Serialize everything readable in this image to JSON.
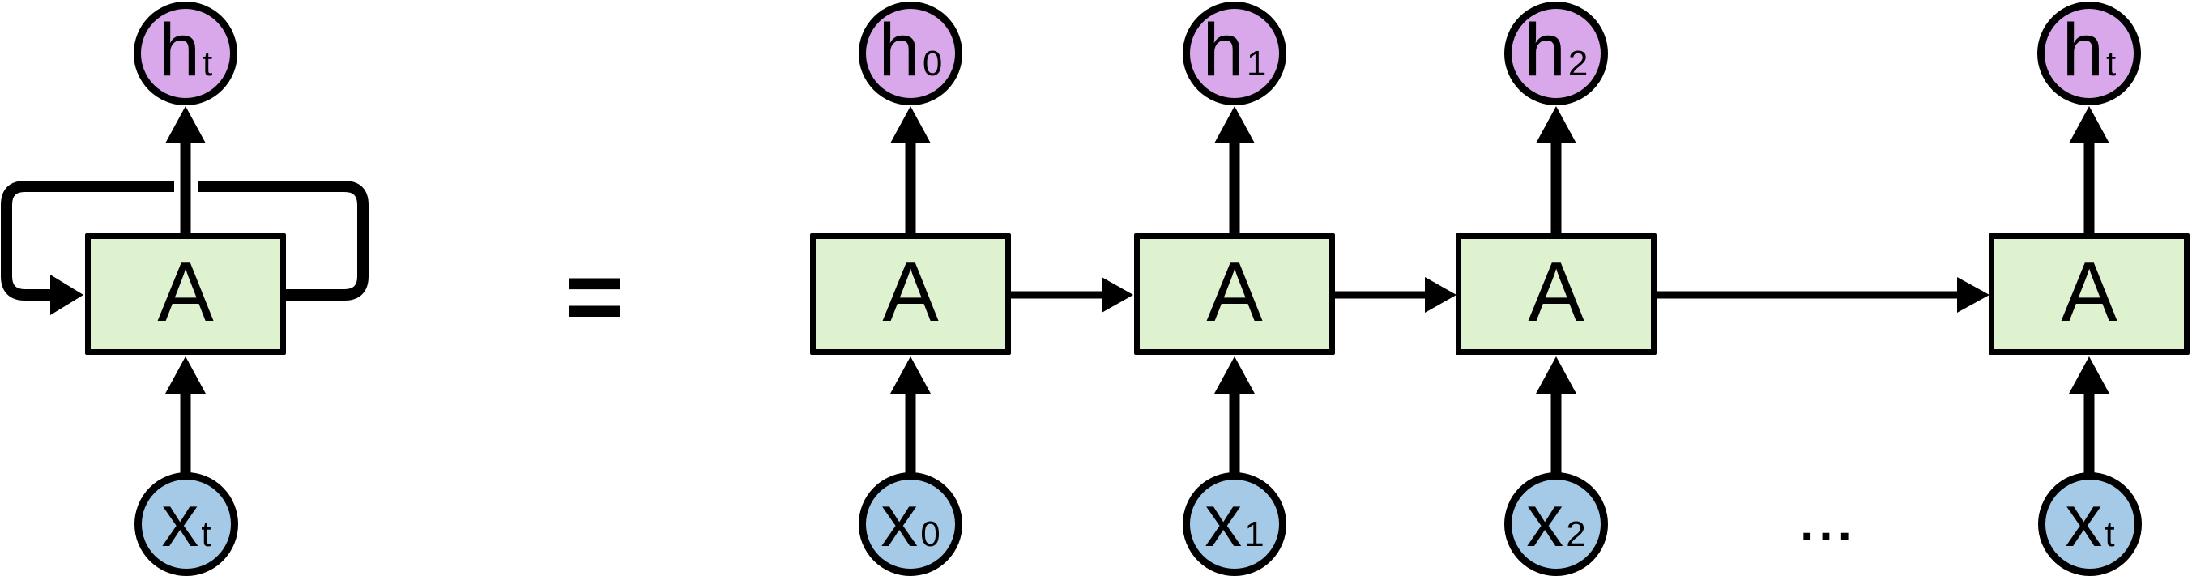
{
  "diagram": {
    "kind": "recurrent-neural-network-unrolled",
    "equals_sign": "=",
    "ellipsis": "...",
    "colors": {
      "cell_fill": "#def2d0",
      "hidden_fill": "#d9a8ea",
      "input_fill": "#a5cae8",
      "stroke": "#000000"
    },
    "folded": {
      "hidden_label": "h",
      "hidden_subscript": "t",
      "cell_label": "A",
      "input_label": "x",
      "input_subscript": "t"
    },
    "unrolled": [
      {
        "hidden_label": "h",
        "hidden_subscript": "0",
        "cell_label": "A",
        "input_label": "x",
        "input_subscript": "0"
      },
      {
        "hidden_label": "h",
        "hidden_subscript": "1",
        "cell_label": "A",
        "input_label": "x",
        "input_subscript": "1"
      },
      {
        "hidden_label": "h",
        "hidden_subscript": "2",
        "cell_label": "A",
        "input_label": "x",
        "input_subscript": "2"
      },
      {
        "hidden_label": "h",
        "hidden_subscript": "t",
        "cell_label": "A",
        "input_label": "x",
        "input_subscript": "t"
      }
    ]
  }
}
